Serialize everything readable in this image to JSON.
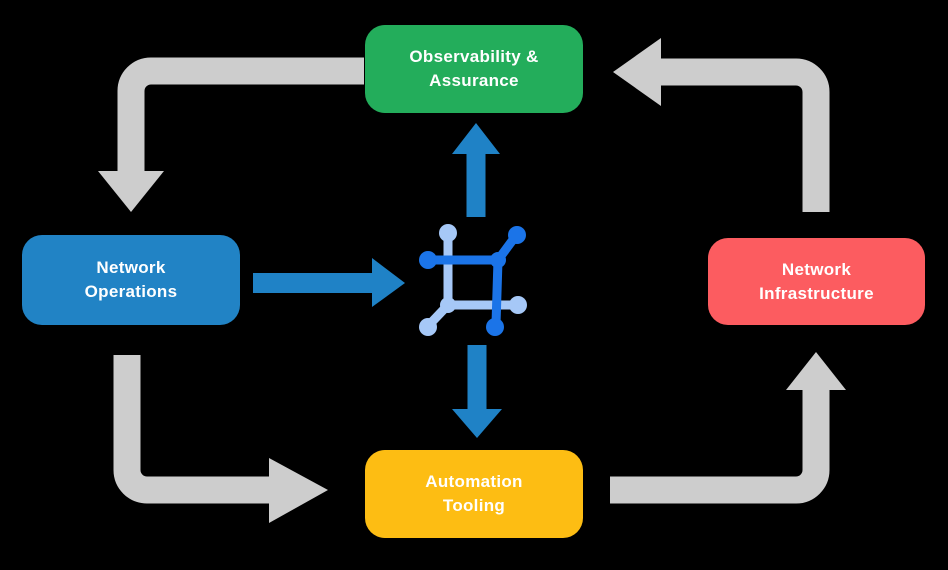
{
  "background": "#000000",
  "colors": {
    "green": "#23AD5B",
    "blue": "#2183C5",
    "red": "#FC5C60",
    "yellow": "#FDBD13",
    "arrow-gray": "#CDCDCD",
    "arrow-blue": "#1F82C6",
    "icon-dark": "#1B74E8",
    "icon-light": "#A6C8F7",
    "text": "#FFFFFF"
  },
  "nodes": {
    "observability": {
      "label": "Observability &\nAssurance",
      "color": "#23AD5B"
    },
    "operations": {
      "label": "Network\nOperations",
      "color": "#2183C5"
    },
    "infrastructure": {
      "label": "Network\nInfrastructure",
      "color": "#FC5C60"
    },
    "automation": {
      "label": "Automation\nTooling",
      "color": "#FDBD13"
    }
  },
  "center_icon": "network-hub-icon",
  "arrows": [
    {
      "name": "observability-to-operations-arrow",
      "color": "#CDCDCD",
      "direction": "left-then-down"
    },
    {
      "name": "operations-to-automation-arrow",
      "color": "#CDCDCD",
      "direction": "down-then-right"
    },
    {
      "name": "automation-to-infrastructure-arrow",
      "color": "#CDCDCD",
      "direction": "right-then-up"
    },
    {
      "name": "infrastructure-to-observability-arrow",
      "color": "#CDCDCD",
      "direction": "up-then-left"
    },
    {
      "name": "operations-to-hub-arrow",
      "color": "#1F82C6",
      "direction": "right"
    },
    {
      "name": "hub-to-observability-arrow",
      "color": "#1F82C6",
      "direction": "up"
    },
    {
      "name": "hub-to-automation-arrow",
      "color": "#1F82C6",
      "direction": "down"
    }
  ]
}
